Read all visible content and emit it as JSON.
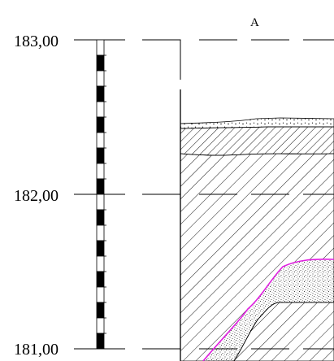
{
  "section": {
    "label": "A"
  },
  "elevations": [
    {
      "value": 183.0,
      "label": "183,00"
    },
    {
      "value": 182.0,
      "label": "182,00"
    },
    {
      "value": 181.0,
      "label": "181,00"
    }
  ],
  "colors": {
    "line": "#000000",
    "boundary": "#e01ee0",
    "background": "#ffffff"
  }
}
